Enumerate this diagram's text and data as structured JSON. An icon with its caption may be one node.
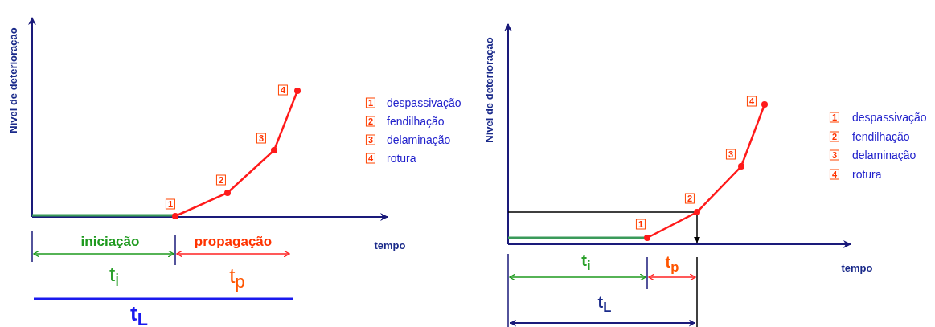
{
  "diagram": {
    "labels": [
      "Nível de deterioração",
      "4",
      "3",
      "2",
      "1",
      "1",
      "2",
      "3",
      "4",
      "iniciação",
      "propagação",
      "tempo",
      "t$_{i}$",
      "t$_{p}$",
      "t$_{L}$",
      "Nível de deterioração",
      "4",
      "3",
      "2",
      "1",
      "1",
      "2",
      "3",
      "4",
      "t$_{i}$",
      "t$_{p}$",
      "tempo",
      "t$_{L}$"
    ],
    "legend": [
      {
        "text": "despassivação"
      },
      {
        "text": "fendilhação"
      },
      {
        "text": "delaminação"
      },
      {
        "text": "rotura"
      },
      {
        "text": "despassivação"
      },
      {
        "text": "fendilhação"
      },
      {
        "text": "delaminação"
      },
      {
        "text": "rotura"
      }
    ]
  }
}
